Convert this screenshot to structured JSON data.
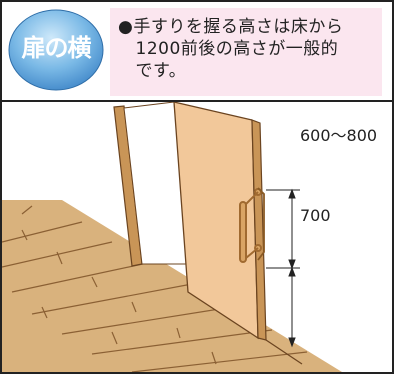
{
  "title": "扉の横",
  "note": "●手すりを握る高さは床から\n　1200前後の高さが一般的\n　です。",
  "dimensions": {
    "upper": "600〜800",
    "lower": "700"
  },
  "colors": {
    "note_background": "#fbe6ef",
    "badge": "#5aa3d8",
    "door": "#f2c89a",
    "floor": "#d8b07c",
    "frame": "#c99557"
  }
}
